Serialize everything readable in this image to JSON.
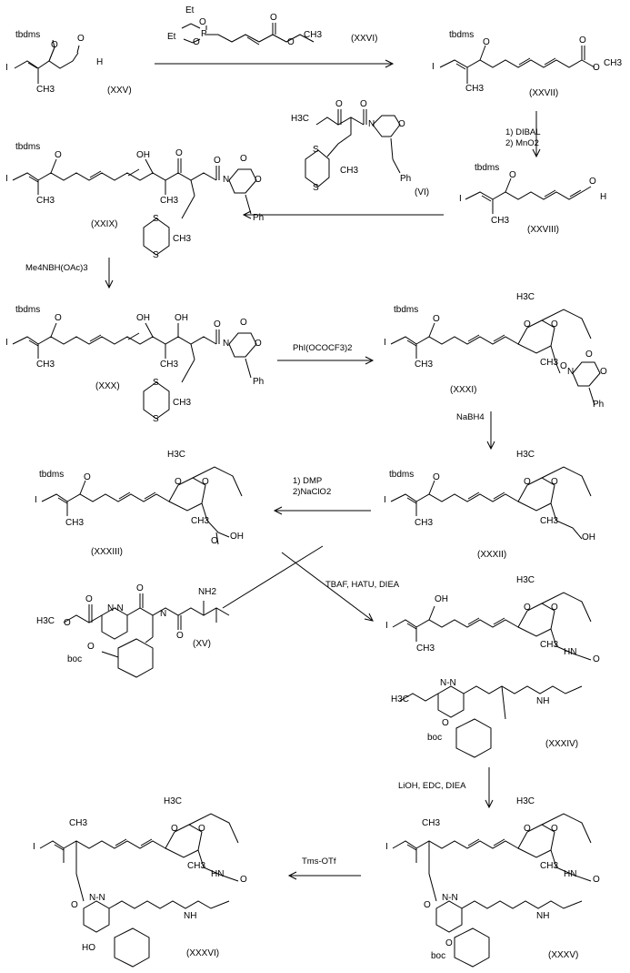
{
  "compounds": {
    "XXV": "(XXV)",
    "XXVI": "(XXVI)",
    "XXVII": "(XXVII)",
    "XXVIII": "(XXVIII)",
    "VI": "(VI)",
    "XXIX": "(XXIX)",
    "XXX": "(XXX)",
    "XXXI": "(XXXI)",
    "XXXII": "(XXXII)",
    "XXXIII": "(XXXIII)",
    "XV": "(XV)",
    "XXXIV": "(XXXIV)",
    "XXXV": "(XXXV)",
    "XXXVI": "(XXXVI)"
  },
  "reagents": {
    "dibal": "1) DIBAL\n2) MnO2",
    "me4nbh": "Me4NBH(OAc)3",
    "phi": "PhI(OCOCF3)2",
    "nabh4": "NaBH4",
    "dmp": "1) DMP\n2)NaClO2",
    "tbaf": "TBAF, HATU, DIEA",
    "lioh": "LiOH, EDC, DIEA",
    "tms": "Tms-OTf"
  },
  "atoms": {
    "tbdms": "tbdms",
    "I": "I",
    "CH3": "CH3",
    "H3C": "H3C",
    "O": "O",
    "H": "H",
    "Et": "Et",
    "P": "P",
    "N": "N",
    "S": "S",
    "Ph": "Ph",
    "OH": "OH",
    "HO": "HO",
    "NH": "NH",
    "NH2": "NH2",
    "HN": "HN",
    "boc": "boc",
    "N_N": "N-N"
  }
}
